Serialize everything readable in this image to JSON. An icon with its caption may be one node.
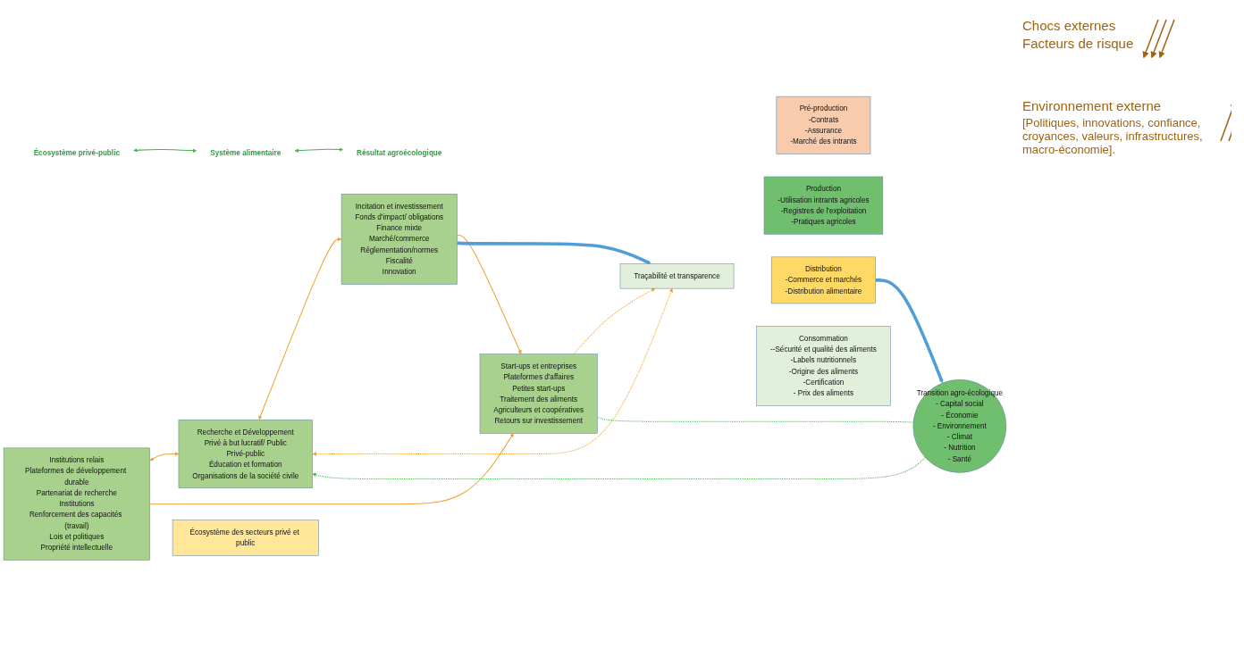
{
  "diagram": {
    "nodes": [
      {
        "text": [
          "Recherche et Développement",
          "Privé à but lucratif/ Public",
          "Privé-public",
          "Éducation et formation",
          "Organisations de la société civile"
        ]
      },
      {
        "text": [
          "Institutions relais",
          "Plateformes de développement durable",
          "Partenariat de recherche",
          "Institutions",
          "Renforcement des capacités (travail)",
          "Lois et politiques",
          "Propriété intellectuelle"
        ]
      },
      {
        "text": [
          "Écosystème des secteurs privé et public"
        ]
      },
      {
        "text": [
          "Incitation et investissement",
          "Fonds d'impact/ obligations",
          "Finance mixte",
          "Marché/commerce",
          "Réglementation/normes",
          "Fiscalité",
          "Innovation"
        ]
      },
      {
        "text": [
          "Start-ups et entreprises",
          "Plateformes d'affaires",
          "Petites start-ups",
          "Traitement des aliments",
          "Agriculteurs et coopératives",
          "Retours sur investissement"
        ]
      },
      {
        "text": [
          "Traçabilité et transparence"
        ]
      },
      {
        "text": [
          "Pré-production",
          "-Contrats",
          "-Assurance",
          "-Marché des intrants"
        ]
      },
      {
        "text": [
          "Production",
          "-Utilisation intrants agricoles",
          "-Registres de l'exploitation",
          "-Pratiques agricoles"
        ]
      },
      {
        "text": [
          "Distribution",
          "-Commerce et marchés",
          "-Distribution alimentaire"
        ]
      },
      {
        "text": [
          "Consommation",
          "--Sécurité et qualité des aliments",
          "-Labels nutritionnels",
          "-Origine des aliments",
          "-Certification",
          "- Prix des aliments"
        ]
      },
      {
        "text": [
          "Transition agro-écologique",
          "- Capital social",
          "- Économie",
          "- Environnement",
          "- Climat",
          "- Nutrition",
          "- Santé"
        ]
      },
      {
        "text": [
          "Écosystème privé-public"
        ]
      },
      {
        "text": [
          "Système alimentaire"
        ]
      },
      {
        "text": [
          "Résultat agroécologique"
        ]
      }
    ],
    "edges": [
      {
        "from": 1,
        "to": 0,
        "arrow": "both"
      },
      {
        "from": 0,
        "to": 3,
        "arrow": "both"
      },
      {
        "from": 1,
        "to": 4,
        "arrow": "to"
      },
      {
        "from": 3,
        "to": 4,
        "arrow": "to"
      },
      {
        "from": 0,
        "to": 5,
        "arrow": "both",
        "style": "dashed"
      },
      {
        "from": 4,
        "to": 5,
        "arrow": "to",
        "style": "dashed"
      },
      {
        "from": 3,
        "to": 5,
        "arrow": "to",
        "style": "thick",
        "color": "#4f9fd6"
      },
      {
        "from": 8,
        "to": 10,
        "arrow": "to",
        "style": "thick",
        "color": "#4f9fd6"
      },
      {
        "from": 4,
        "to": 10,
        "arrow": "none",
        "style": "dashed",
        "color": "#4caf50"
      },
      {
        "from": 10,
        "to": 0,
        "arrow": "to",
        "style": "dashed",
        "color": "#4caf50"
      },
      {
        "from": 11,
        "to": 12,
        "arrow": "both",
        "color": "#4caf50"
      },
      {
        "from": 12,
        "to": 13,
        "arrow": "both",
        "color": "#4caf50"
      }
    ],
    "labels": [
      "Chocs externes",
      "Facteurs de risque",
      "Environnement externe",
      "[Politiques, innovations, confiance, croyances, valeurs, infrastructures, macro-économie]."
    ]
  }
}
